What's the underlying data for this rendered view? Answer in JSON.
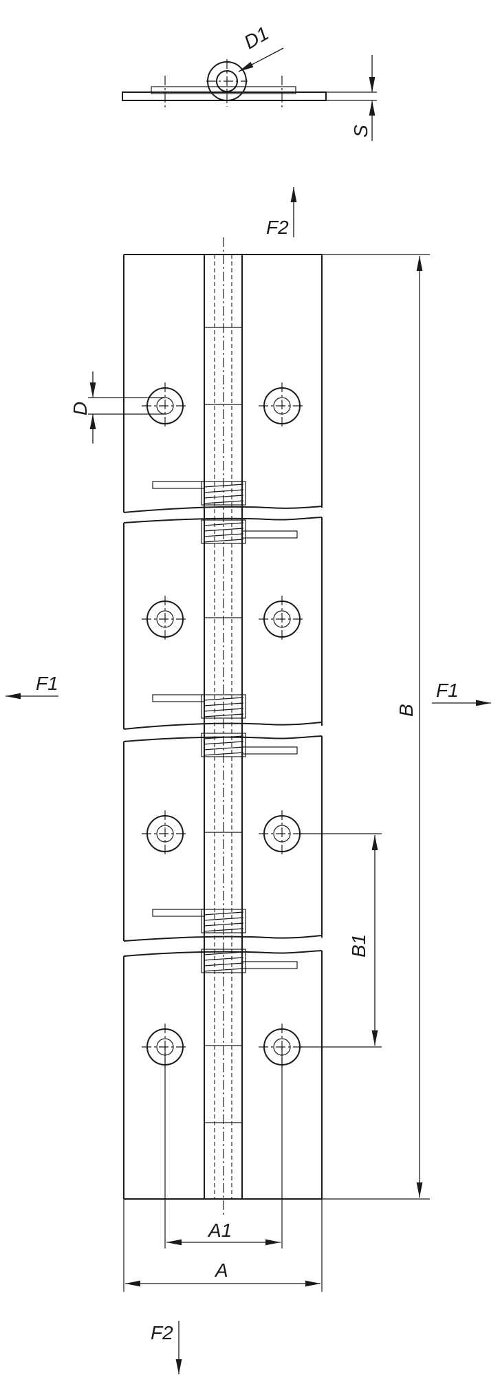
{
  "dimensions": {
    "D1": "D1",
    "S": "S",
    "D": "D",
    "B": "B",
    "B1": "B1",
    "A": "A",
    "A1": "A1"
  },
  "forces": {
    "F1_left": "F1",
    "F1_right": "F1",
    "F2_top": "F2",
    "F2_bottom": "F2"
  }
}
